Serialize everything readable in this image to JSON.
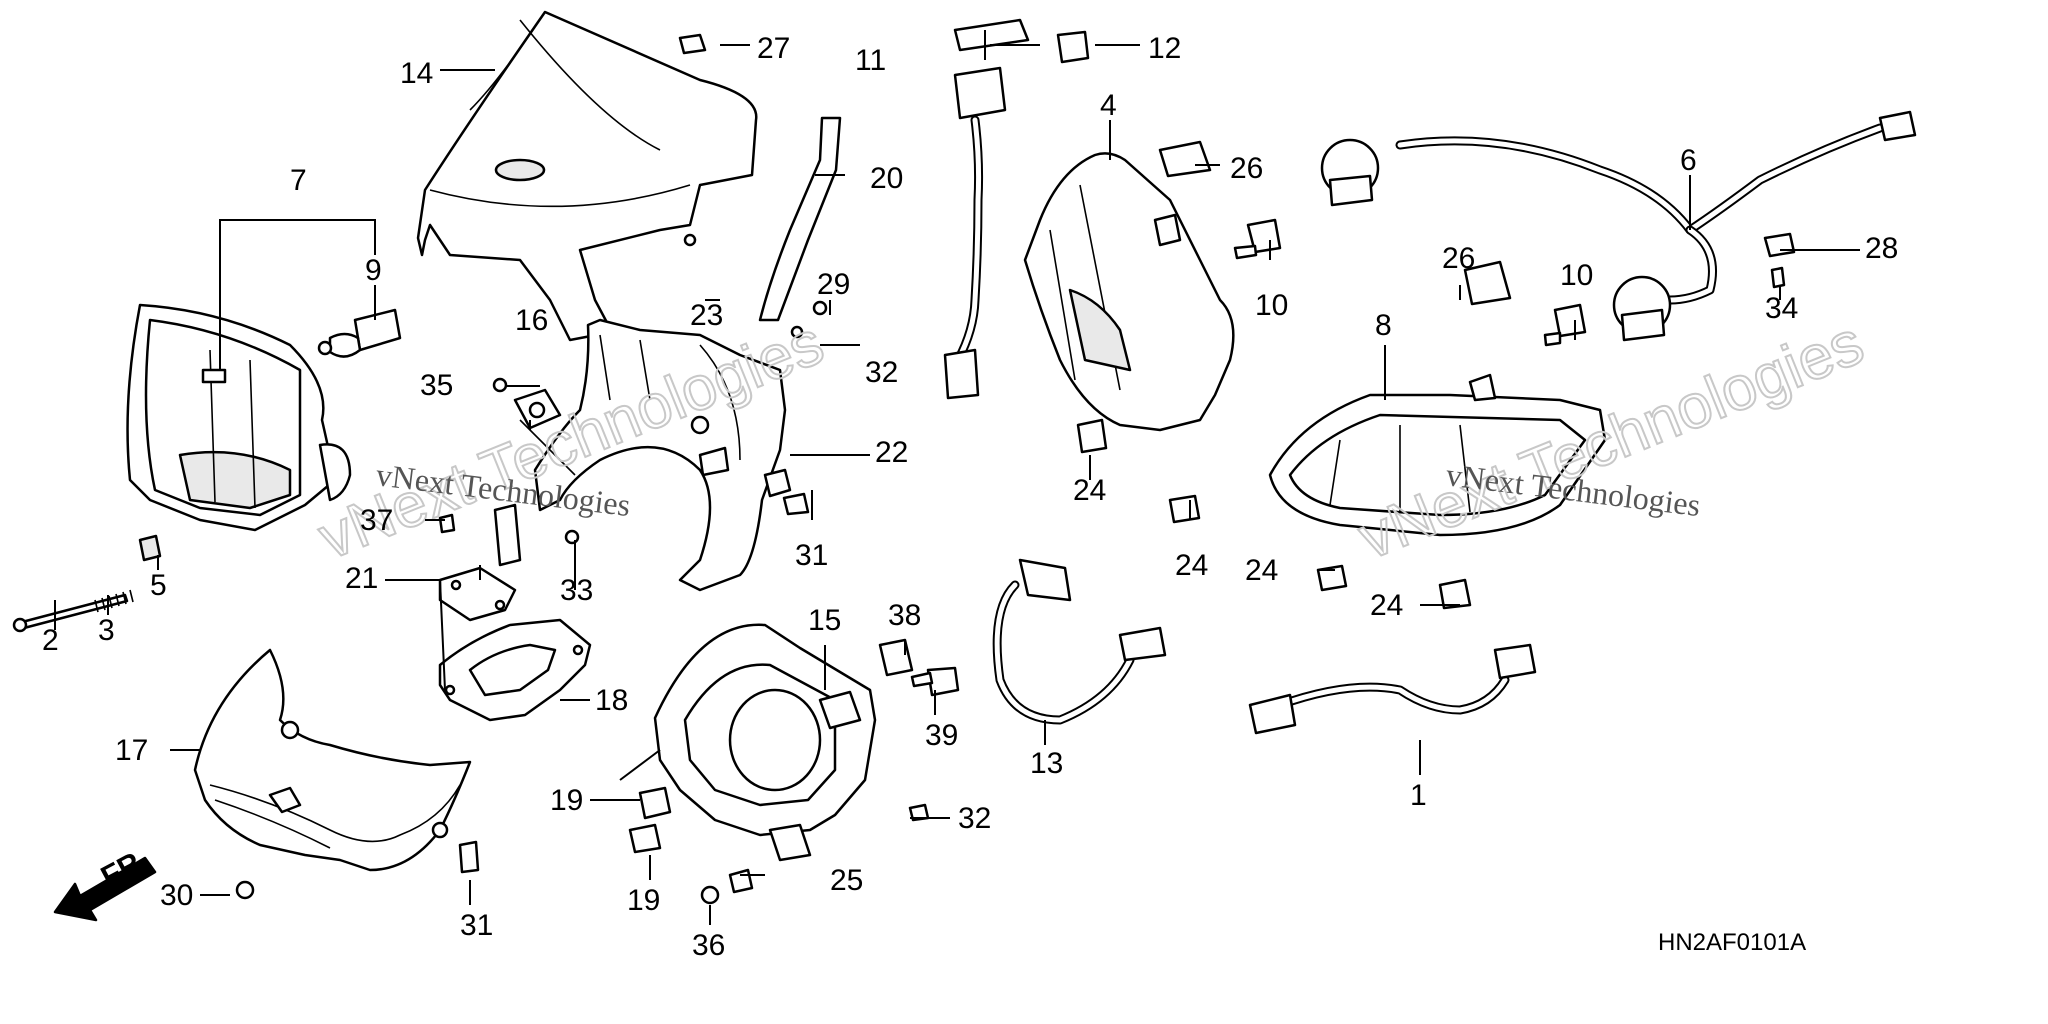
{
  "diagram": {
    "code": "HN2AF0101A",
    "front_label": "FR.",
    "watermark": "vNext Technologies"
  },
  "callouts": [
    {
      "id": "1",
      "text": "1"
    },
    {
      "id": "2",
      "text": "2"
    },
    {
      "id": "3",
      "text": "3"
    },
    {
      "id": "4",
      "text": "4"
    },
    {
      "id": "5",
      "text": "5"
    },
    {
      "id": "6",
      "text": "6"
    },
    {
      "id": "7",
      "text": "7"
    },
    {
      "id": "8",
      "text": "8"
    },
    {
      "id": "9",
      "text": "9"
    },
    {
      "id": "10a",
      "text": "10"
    },
    {
      "id": "10b",
      "text": "10"
    },
    {
      "id": "11",
      "text": "11"
    },
    {
      "id": "12",
      "text": "12"
    },
    {
      "id": "13",
      "text": "13"
    },
    {
      "id": "14",
      "text": "14"
    },
    {
      "id": "15",
      "text": "15"
    },
    {
      "id": "16",
      "text": "16"
    },
    {
      "id": "17",
      "text": "17"
    },
    {
      "id": "18",
      "text": "18"
    },
    {
      "id": "19a",
      "text": "19"
    },
    {
      "id": "19b",
      "text": "19"
    },
    {
      "id": "20",
      "text": "20"
    },
    {
      "id": "21",
      "text": "21"
    },
    {
      "id": "22",
      "text": "22"
    },
    {
      "id": "23",
      "text": "23"
    },
    {
      "id": "24a",
      "text": "24"
    },
    {
      "id": "24b",
      "text": "24"
    },
    {
      "id": "24c",
      "text": "24"
    },
    {
      "id": "24d",
      "text": "24"
    },
    {
      "id": "25",
      "text": "25"
    },
    {
      "id": "26a",
      "text": "26"
    },
    {
      "id": "26b",
      "text": "26"
    },
    {
      "id": "27",
      "text": "27"
    },
    {
      "id": "28",
      "text": "28"
    },
    {
      "id": "29",
      "text": "29"
    },
    {
      "id": "30",
      "text": "30"
    },
    {
      "id": "31a",
      "text": "31"
    },
    {
      "id": "31b",
      "text": "31"
    },
    {
      "id": "32a",
      "text": "32"
    },
    {
      "id": "32b",
      "text": "32"
    },
    {
      "id": "33",
      "text": "33"
    },
    {
      "id": "34",
      "text": "34"
    },
    {
      "id": "35",
      "text": "35"
    },
    {
      "id": "36",
      "text": "36"
    },
    {
      "id": "37",
      "text": "37"
    },
    {
      "id": "38",
      "text": "38"
    },
    {
      "id": "39",
      "text": "39"
    }
  ]
}
